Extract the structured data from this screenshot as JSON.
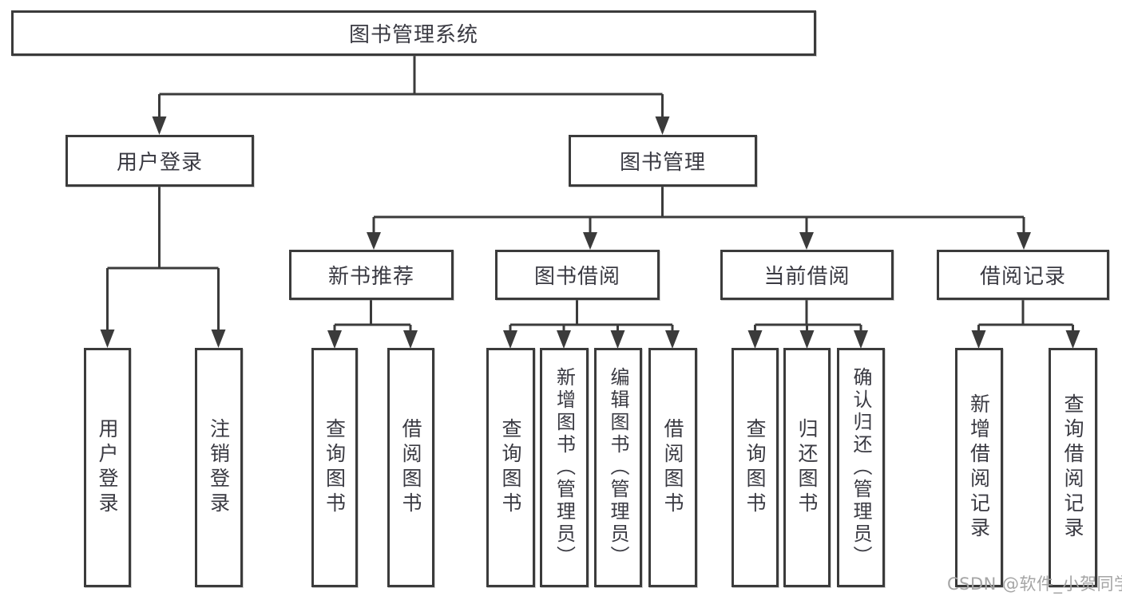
{
  "diagram": {
    "title": "图书管理系统",
    "nodes": {
      "root": {
        "label": "图书管理系统"
      },
      "level2": [
        {
          "id": "user-login",
          "label": "用户登录"
        },
        {
          "id": "book-management",
          "label": "图书管理"
        }
      ],
      "level3": [
        {
          "id": "new-book-recommend",
          "parent": "book-management",
          "label": "新书推荐"
        },
        {
          "id": "book-borrowing",
          "parent": "book-management",
          "label": "图书借阅"
        },
        {
          "id": "current-borrowing",
          "parent": "book-management",
          "label": "当前借阅"
        },
        {
          "id": "borrowing-records",
          "parent": "book-management",
          "label": "借阅记录"
        }
      ],
      "leaves": [
        {
          "id": "user-login-action",
          "parent": "user-login",
          "label": "用户登录"
        },
        {
          "id": "logout-action",
          "parent": "user-login",
          "label": "注销登录"
        },
        {
          "id": "query-books-recommend",
          "parent": "new-book-recommend",
          "label": "查询图书"
        },
        {
          "id": "borrow-books-recommend",
          "parent": "new-book-recommend",
          "label": "借阅图书"
        },
        {
          "id": "query-books-borrowing",
          "parent": "book-borrowing",
          "label": "查询图书"
        },
        {
          "id": "add-books-admin",
          "parent": "book-borrowing",
          "label": "新增图书（管理员）"
        },
        {
          "id": "edit-books-admin",
          "parent": "book-borrowing",
          "label": "编辑图书（管理员）"
        },
        {
          "id": "borrow-books",
          "parent": "book-borrowing",
          "label": "借阅图书"
        },
        {
          "id": "query-books-current",
          "parent": "current-borrowing",
          "label": "查询图书"
        },
        {
          "id": "return-books",
          "parent": "current-borrowing",
          "label": "归还图书"
        },
        {
          "id": "confirm-return-admin",
          "parent": "current-borrowing",
          "label": "确认归还（管理员）"
        },
        {
          "id": "add-borrow-record",
          "parent": "borrowing-records",
          "label": "新增借阅记录"
        },
        {
          "id": "query-borrow-record",
          "parent": "borrowing-records",
          "label": "查询借阅记录"
        }
      ]
    },
    "watermark": "CSDN @软件_小贺同学",
    "colors": {
      "line": "#3b3b3b",
      "text": "#3a3a42",
      "background": "#ffffff",
      "watermark": "#a5a5a5"
    }
  }
}
